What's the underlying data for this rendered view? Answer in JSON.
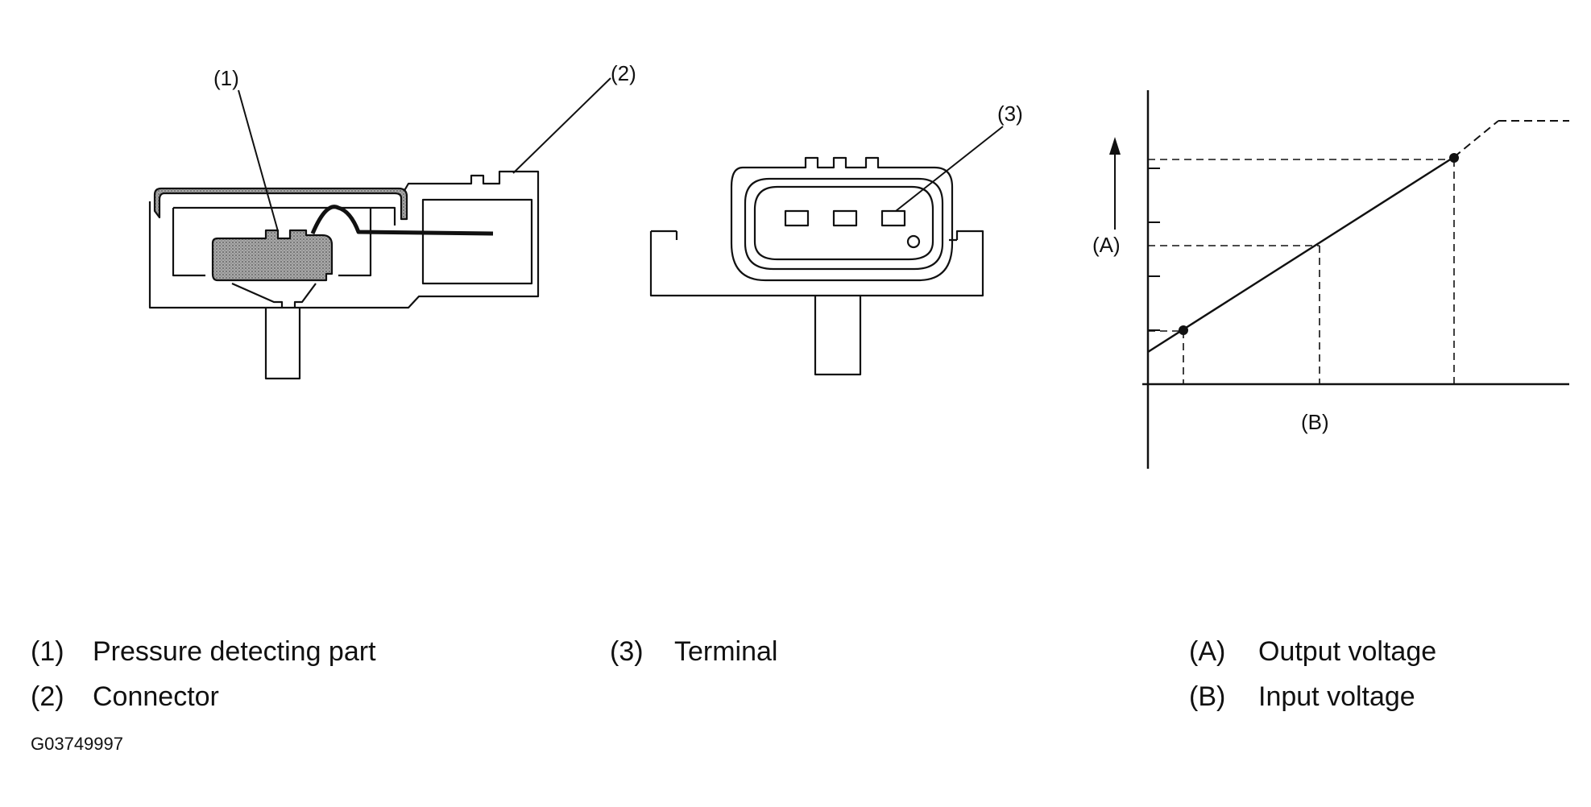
{
  "callouts": {
    "c1": "(1)",
    "c2": "(2)",
    "c3": "(3)"
  },
  "graph": {
    "y_axis_label": "(A)",
    "x_axis_label": "(B)"
  },
  "legend": [
    {
      "num": "(1)",
      "text": "Pressure detecting part"
    },
    {
      "num": "(2)",
      "text": "Connector"
    },
    {
      "num": "(3)",
      "text": "Terminal"
    },
    {
      "num": "(A)",
      "text": "Output voltage"
    },
    {
      "num": "(B)",
      "text": "Input voltage"
    }
  ],
  "figure_code": "G03749997",
  "colors": {
    "line": "#111111",
    "sensor_fill": "#8f8f8f",
    "background": "#ffffff"
  }
}
